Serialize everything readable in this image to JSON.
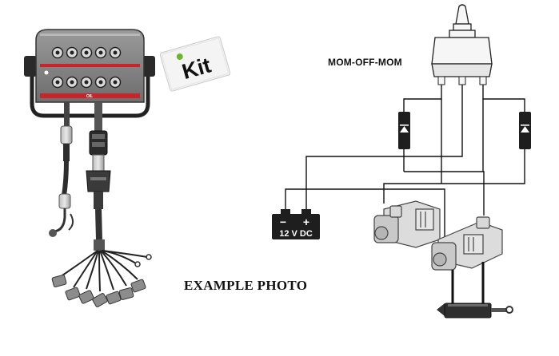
{
  "kit_badge": {
    "text": "Kit"
  },
  "panel": {
    "label": "OIL"
  },
  "switch": {
    "label": "MOM-OFF-MOM"
  },
  "battery": {
    "label": "12 V DC",
    "minus": "−",
    "plus": "+"
  },
  "caption": {
    "text": "EXAMPLE PHOTO"
  }
}
